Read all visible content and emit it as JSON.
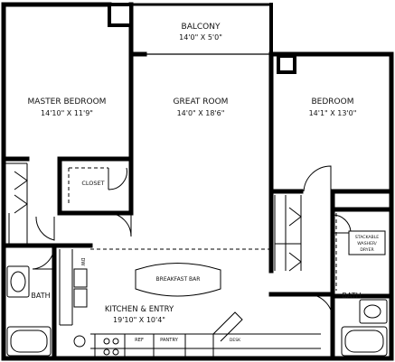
{
  "rooms": {
    "balcony": {
      "name": "BALCONY",
      "dims": "14'0\" X 5'0\""
    },
    "master_bedroom": {
      "name": "MASTER BEDROOM",
      "dims": "14'10\" X 11'9\""
    },
    "great_room": {
      "name": "GREAT ROOM",
      "dims": "14'0\" X 18'6\""
    },
    "bedroom": {
      "name": "BEDROOM",
      "dims": "14'1\" X 13'0\""
    },
    "closet": {
      "name": "CLOSET"
    },
    "breakfast_bar": {
      "name": "BREAKFAST BAR"
    },
    "kitchen": {
      "name": "KITCHEN & ENTRY",
      "dims": "19'10\" X 10'4\""
    },
    "bath_left": {
      "name": "BATH"
    },
    "bath_right": {
      "name": "BATH"
    },
    "washer_dryer": {
      "line1": "STACKABLE",
      "line2": "WASHER/",
      "line3": "DRYER"
    }
  },
  "fixtures": {
    "dishwasher": "DW",
    "refrigerator": "REF",
    "pantry": "PANTRY",
    "desk": "DESK"
  }
}
